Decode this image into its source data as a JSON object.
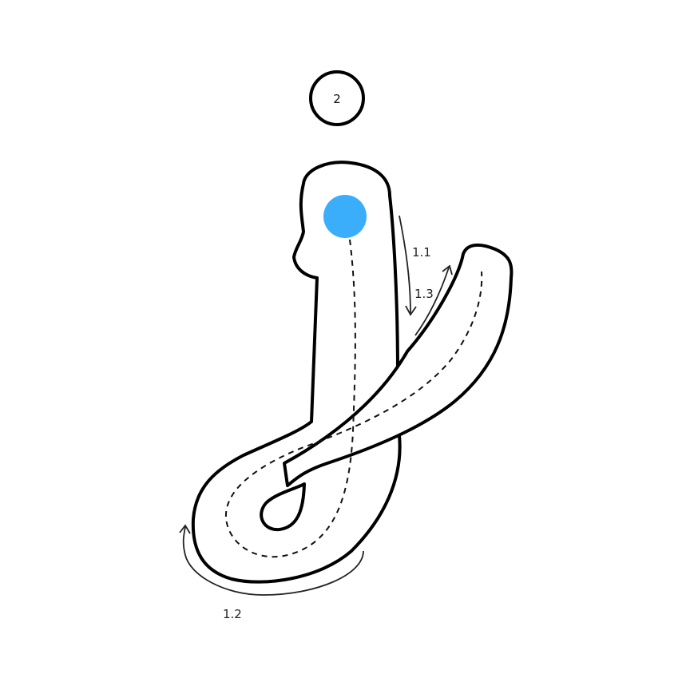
{
  "step_badge": {
    "number": "2"
  },
  "stroke_labels": {
    "s1_1": "1.1",
    "s1_2": "1.2",
    "s1_3": "1.3"
  },
  "colors": {
    "outline": "#000000",
    "guide": "#111111",
    "start_dot": "#3aaefa",
    "background": "#ffffff"
  },
  "icons": {
    "start_marker": "start-point-dot",
    "direction": "arrow-icon"
  }
}
